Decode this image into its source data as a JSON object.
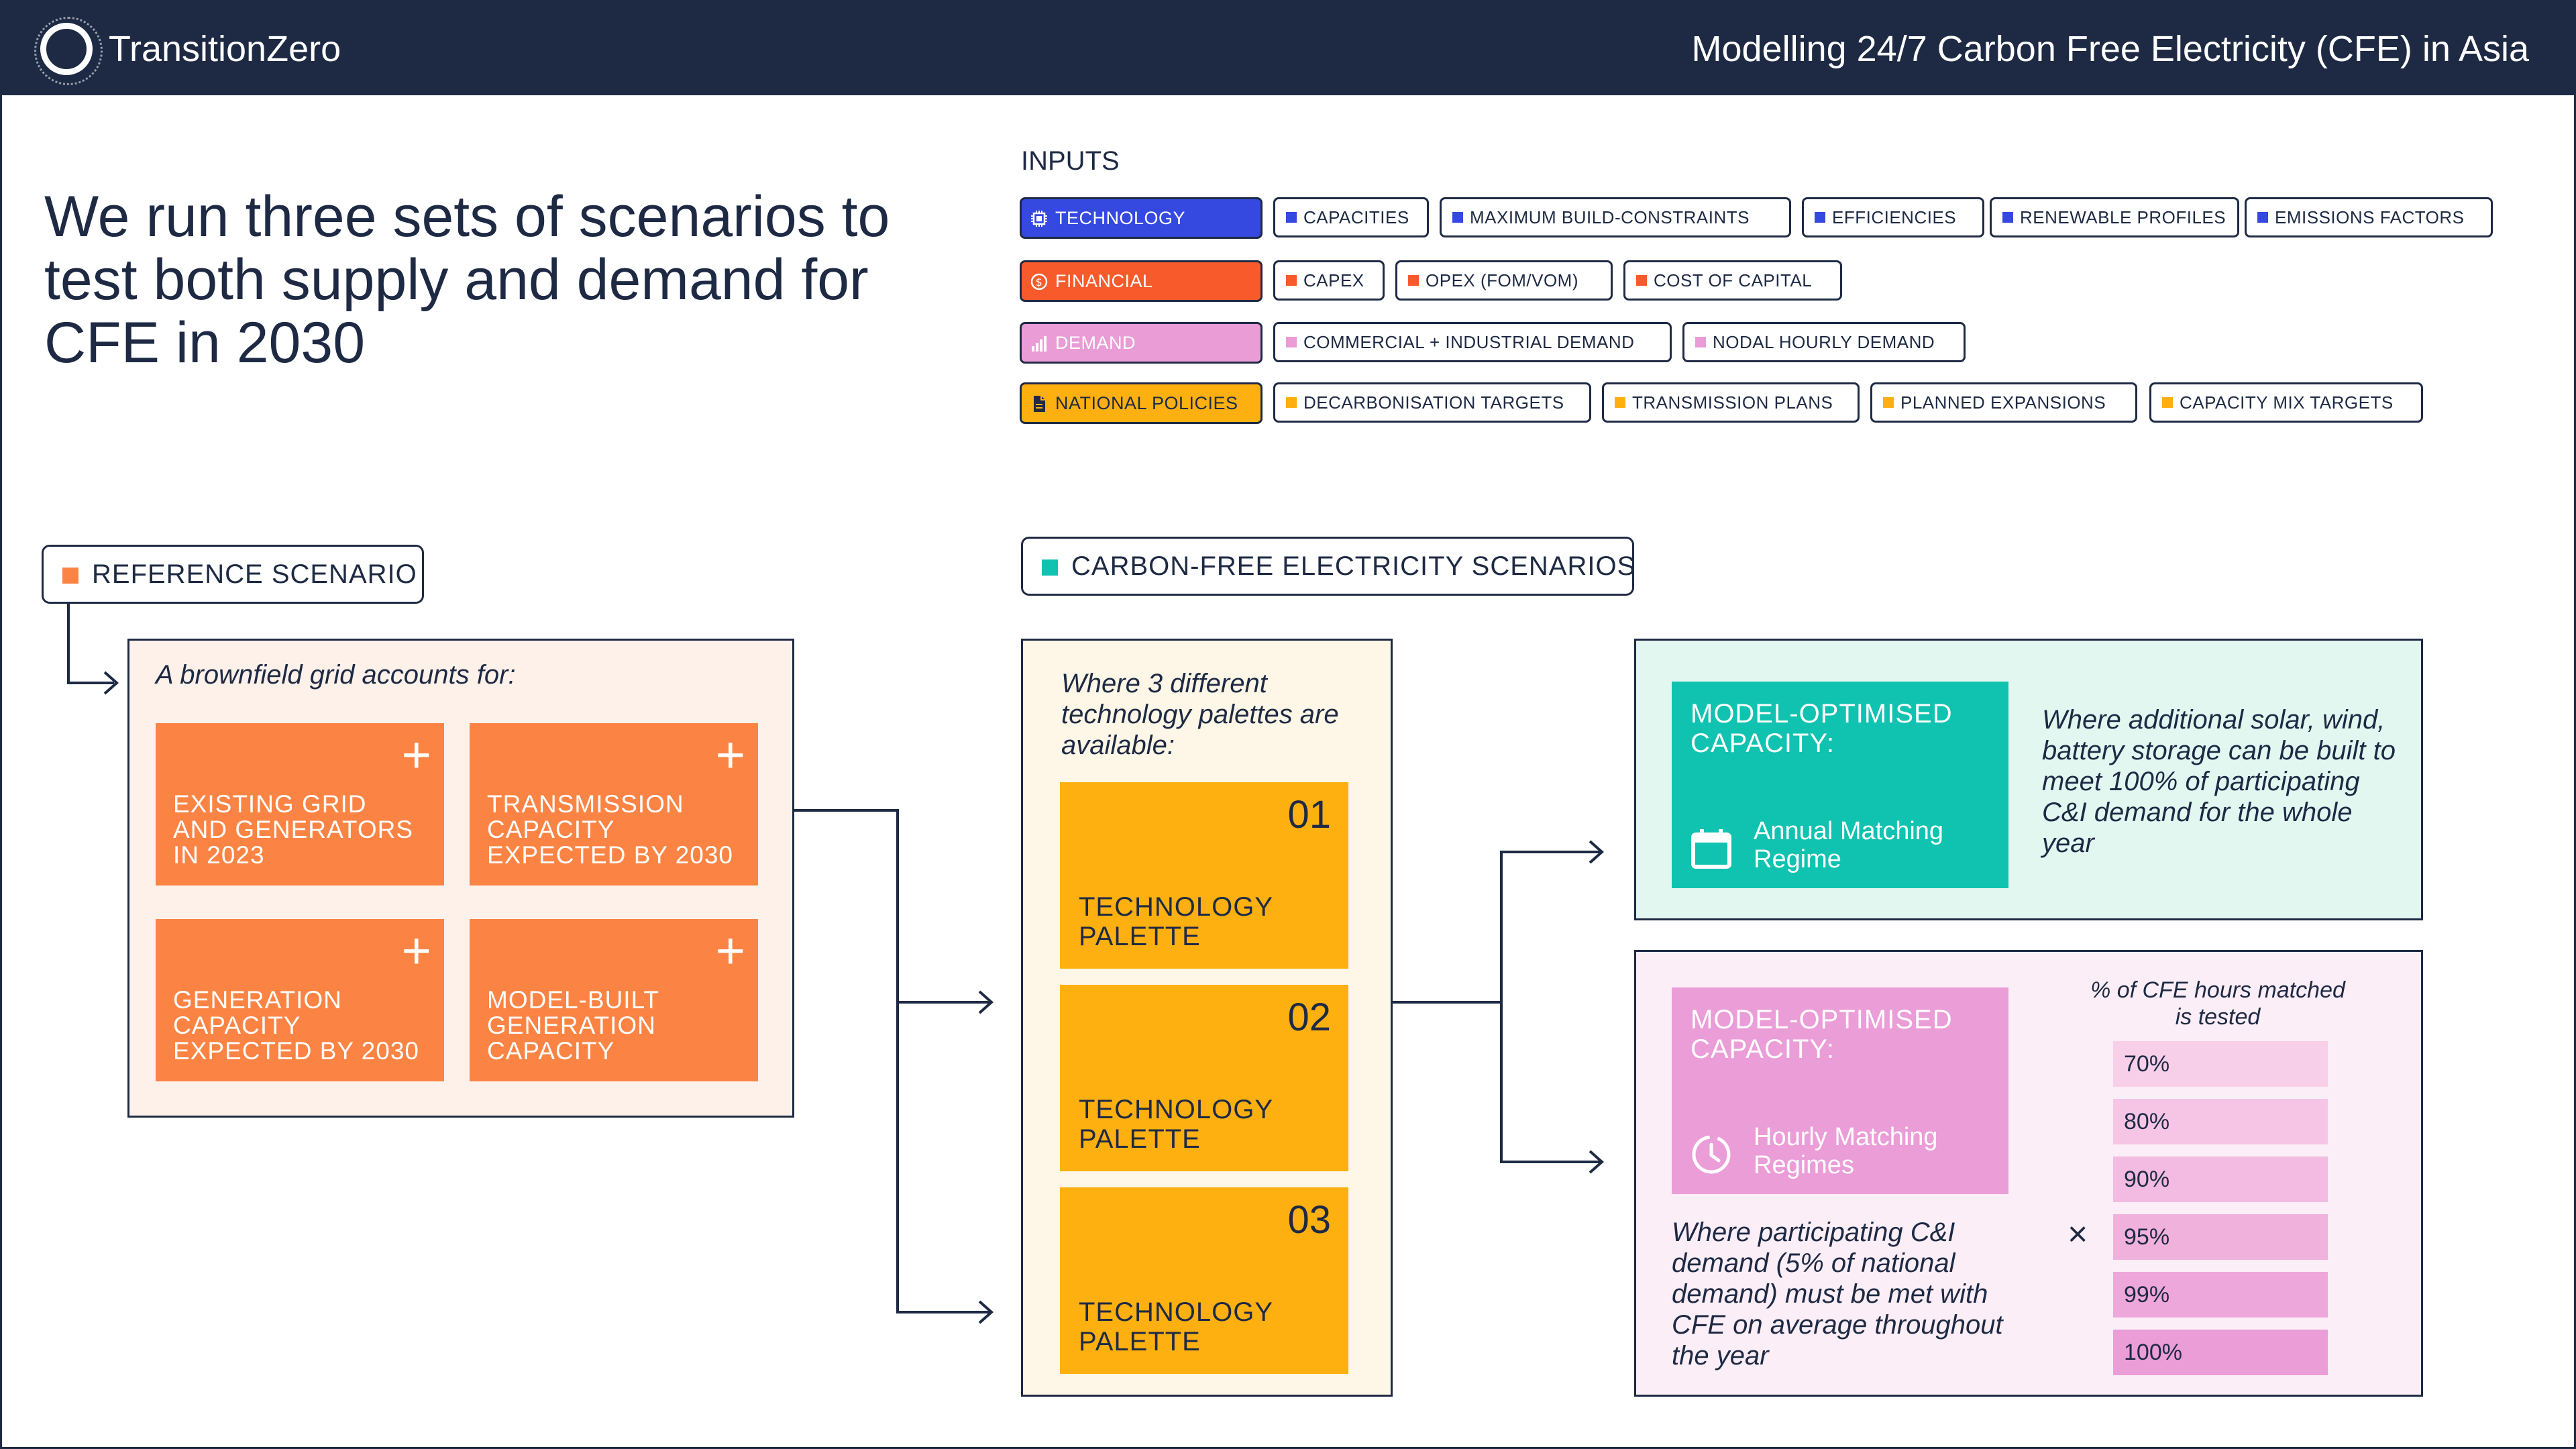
{
  "header": {
    "brand": "TransitionZero",
    "title": "Modelling 24/7 Carbon Free Electricity (CFE) in Asia"
  },
  "headline": "We run three sets of scenarios to test both supply and demand for CFE in 2030",
  "inputs": {
    "label": "INPUTS",
    "rows": [
      {
        "category": "TECHNOLOGY",
        "color": "#3549e0",
        "items": [
          "CAPACITIES",
          "MAXIMUM BUILD-CONSTRAINTS",
          "EFFICIENCIES",
          "RENEWABLE PROFILES",
          "EMISSIONS FACTORS"
        ]
      },
      {
        "category": "FINANCIAL",
        "color": "#f95a2c",
        "items": [
          "CAPEX",
          "OPEX (FOM/VOM)",
          "COST OF CAPITAL"
        ]
      },
      {
        "category": "DEMAND",
        "color": "#ea9cd6",
        "items": [
          "COMMERCIAL + INDUSTRIAL DEMAND",
          "NODAL HOURLY DEMAND"
        ]
      },
      {
        "category": "NATIONAL POLICIES",
        "color": "#feb010",
        "items": [
          "DECARBONISATION TARGETS",
          "TRANSMISSION PLANS",
          "PLANNED EXPANSIONS",
          "CAPACITY MIX TARGETS"
        ]
      }
    ]
  },
  "reference": {
    "tag": "REFERENCE SCENARIO",
    "intro": "A brownfield grid accounts for:",
    "cards": [
      "EXISTING GRID AND GENERATORS IN 2023",
      "TRANSMISSION CAPACITY EXPECTED BY 2030",
      "GENERATION CAPACITY EXPECTED BY 2030",
      "MODEL-BUILT GENERATION CAPACITY"
    ]
  },
  "cfe": {
    "tag": "CARBON-FREE ELECTRICITY SCENARIOS",
    "palette_intro": "Where 3 different technology palettes are available:",
    "palettes": [
      {
        "num": "01",
        "label": "TECHNOLOGY PALETTE"
      },
      {
        "num": "02",
        "label": "TECHNOLOGY PALETTE"
      },
      {
        "num": "03",
        "label": "TECHNOLOGY PALETTE"
      }
    ],
    "annual": {
      "title": "MODEL-OPTIMISED CAPACITY:",
      "regime": "Annual Matching Regime",
      "description": "Where additional solar, wind, battery storage can be built to meet 100% of participating C&I demand for the whole year"
    },
    "hourly": {
      "title": "MODEL-OPTIMISED CAPACITY:",
      "regime": "Hourly Matching Regimes",
      "description": "Where participating C&I demand (5% of national demand) must be met with CFE on average throughout the year",
      "times": "×",
      "pct_title": "% of CFE hours matched is tested",
      "percentages": [
        "70%",
        "80%",
        "90%",
        "95%",
        "99%",
        "100%"
      ]
    }
  },
  "colors": {
    "navy": "#1e2a44",
    "orange": "#fb8444",
    "yellow": "#feb010",
    "teal": "#10c2b0",
    "pink": "#eb9dd8"
  }
}
